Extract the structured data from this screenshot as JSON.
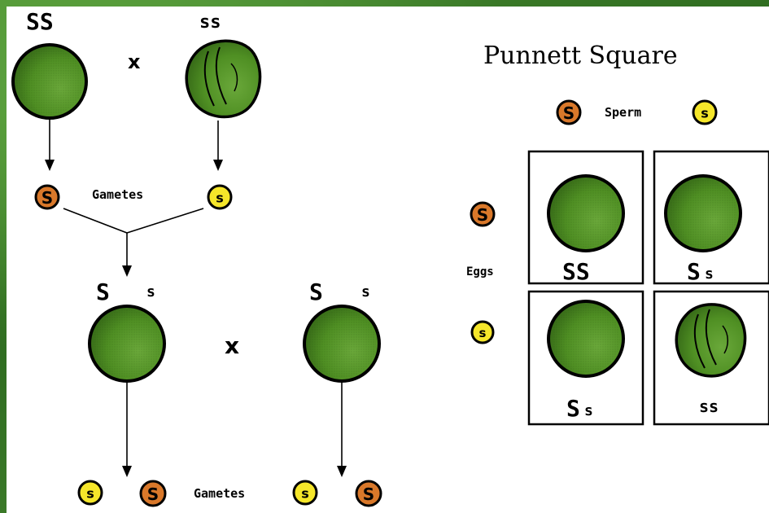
{
  "top_left": {
    "parent1_genotype": "SS",
    "parent2_genotype": "ss",
    "cross_symbol": "x",
    "gametes_label": "Gametes",
    "gamete1": "S",
    "gamete2": "s"
  },
  "f1": {
    "plant1_allele_big": "S",
    "plant1_allele_small": "s",
    "plant2_allele_big": "S",
    "plant2_allele_small": "s",
    "cross_symbol": "x",
    "gametes_label": "Gametes",
    "bottom_gametes": [
      "s",
      "S",
      "s",
      "S"
    ]
  },
  "punnett": {
    "title": "Punnett Square",
    "sperm_label": "Sperm",
    "eggs_label": "Eggs",
    "sperm_alleles": [
      "S",
      "s"
    ],
    "egg_alleles": [
      "S",
      "s"
    ],
    "cells": [
      {
        "big": "SS",
        "small": ""
      },
      {
        "big": "S",
        "small": "s"
      },
      {
        "big": "S",
        "small": "s"
      },
      {
        "big": "ss",
        "small": ""
      }
    ]
  },
  "colors": {
    "pea_green": "#4f8f23",
    "pea_dark": "#2f5f14",
    "dominant_gamete": "#d9782a",
    "recessive_gamete": "#f5e62a",
    "background_leaf": "#2f6a1f"
  }
}
